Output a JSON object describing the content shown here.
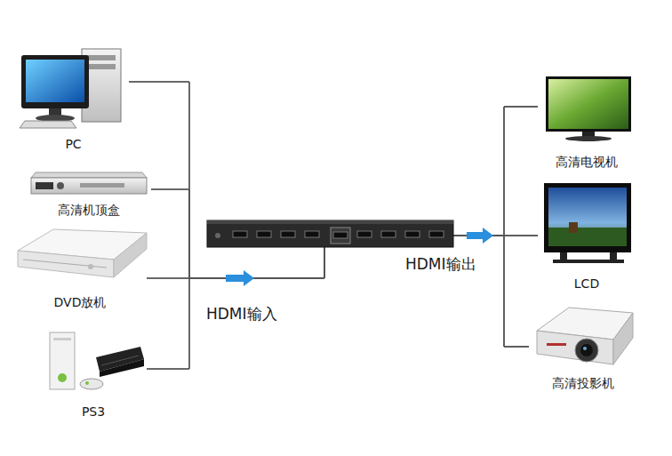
{
  "diagram": {
    "nodes": [
      {
        "text": [
          "PC"
        ]
      },
      {
        "text": [
          "高清机顶盒"
        ]
      },
      {
        "text": [
          "DVD放机"
        ]
      },
      {
        "text": [
          "PS3"
        ]
      },
      {
        "text": [
          "高清电视机"
        ]
      },
      {
        "text": [
          "LCD"
        ]
      },
      {
        "text": [
          "高清投影机"
        ]
      }
    ],
    "edges": [
      {
        "from": 0,
        "to": 4,
        "arrow": "none"
      },
      {
        "from": 0,
        "to": 5,
        "arrow": "none"
      },
      {
        "from": 0,
        "to": 6,
        "arrow": "none"
      },
      {
        "from": 1,
        "to": 4,
        "arrow": "none"
      },
      {
        "from": 1,
        "to": 5,
        "arrow": "none"
      },
      {
        "from": 1,
        "to": 6,
        "arrow": "none"
      },
      {
        "from": 2,
        "to": 4,
        "arrow": "none"
      },
      {
        "from": 2,
        "to": 5,
        "arrow": "none"
      },
      {
        "from": 2,
        "to": 6,
        "arrow": "none"
      },
      {
        "from": 3,
        "to": 4,
        "arrow": "none"
      },
      {
        "from": 3,
        "to": 5,
        "arrow": "none"
      },
      {
        "from": 3,
        "to": 6,
        "arrow": "none"
      }
    ],
    "labels": [
      "HDMI输入",
      "HDMI输出"
    ]
  }
}
